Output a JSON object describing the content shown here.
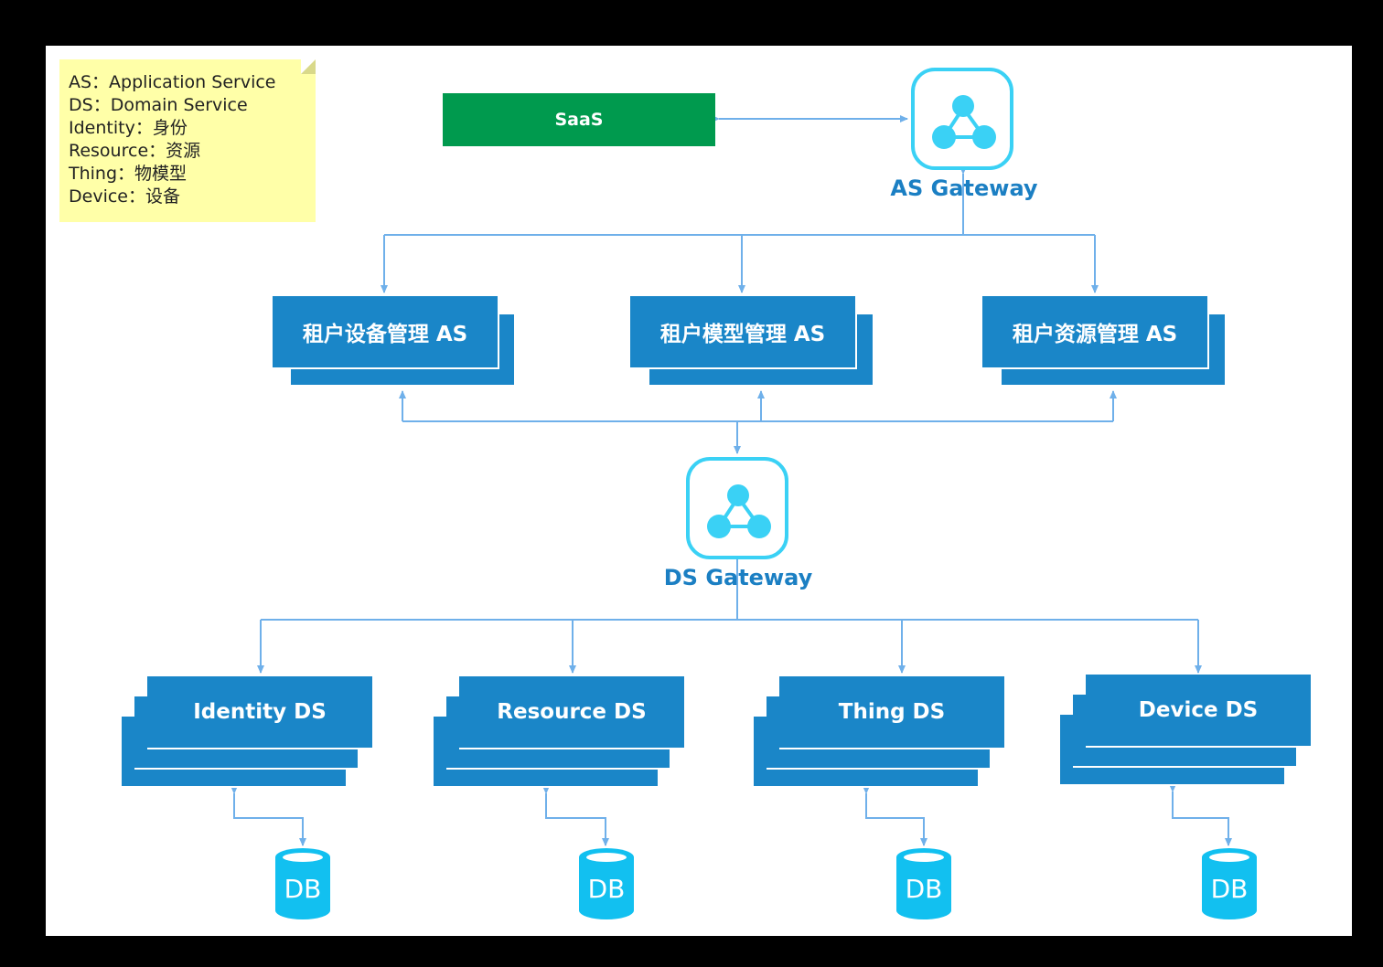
{
  "legend": [
    "AS：Application Service",
    "DS：Domain Service",
    "Identity：身份",
    "Resource：资源",
    "Thing：物模型",
    "Device：设备"
  ],
  "saas": "SaaS",
  "as_gateway": "AS Gateway",
  "ds_gateway": "DS Gateway",
  "as_services": [
    "租户设备管理 AS",
    "租户模型管理 AS",
    "租户资源管理 AS"
  ],
  "ds_services": [
    "Identity DS",
    "Resource DS",
    "Thing DS",
    "Device DS"
  ],
  "db_label": "DB",
  "colors": {
    "background": "#000000",
    "canvas": "#ffffff",
    "saas_green": "#009a4e",
    "service_blue": "#1a86c8",
    "gateway_cyan": "#3ad1f5",
    "gateway_text": "#1b7fc3",
    "connector": "#6fb0ea",
    "note_yellow": "#ffffa8"
  },
  "icons": [
    "gateway-network-icon",
    "database-icon"
  ]
}
